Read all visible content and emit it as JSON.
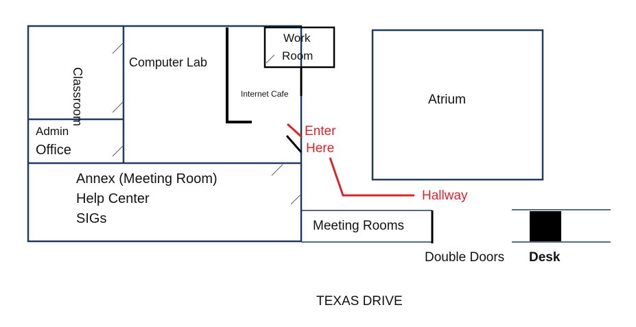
{
  "rooms": {
    "classroom": "Classroom",
    "computer_lab": "Computer Lab",
    "work_room_line1": "Work",
    "work_room_line2": "Room",
    "internet_cafe": "Internet Cafe",
    "atrium": "Atrium",
    "admin_line1": "Admin",
    "admin_line2": "Office",
    "annex_line1": "Annex (Meeting Room)",
    "annex_line2": "Help Center",
    "annex_line3": "SIGs",
    "meeting_rooms": "Meeting Rooms"
  },
  "labels": {
    "enter_line1": "Enter",
    "enter_line2": "Here",
    "hallway": "Hallway",
    "double_doors": "Double Doors",
    "desk": "Desk",
    "street": "TEXAS DRIVE"
  },
  "colors": {
    "wall": "#1f3b5c",
    "accent": "#d9242a",
    "ink": "#111111"
  }
}
